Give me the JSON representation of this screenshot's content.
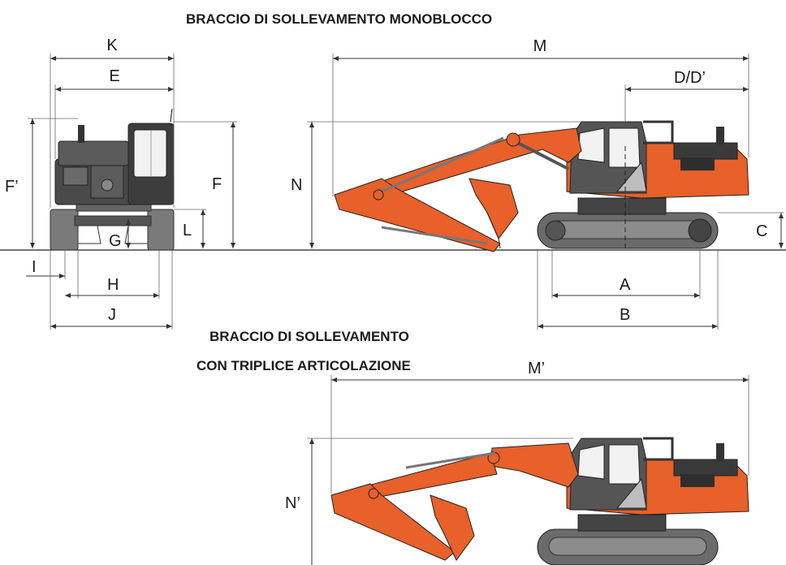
{
  "headings": {
    "monoblock": "BRACCIO DI SOLLEVAMENTO MONOBLOCCO",
    "triple_line1": "BRACCIO DI SOLLEVAMENTO",
    "triple_line2": "CON TRIPLICE ARTICOLAZIONE"
  },
  "labels": {
    "K": "K",
    "E": "E",
    "F_prime": "F’",
    "F": "F",
    "L": "L",
    "G": "G",
    "I": "I",
    "H": "H",
    "J": "J",
    "M": "M",
    "D": "D/D’",
    "N": "N",
    "C": "C",
    "A": "A",
    "B": "B",
    "M_prime": "M’",
    "N_prime": "N’"
  },
  "colors": {
    "machine_orange": "#e8602a",
    "machine_orange_dark": "#b8461c",
    "machine_grey": "#5a5a5a",
    "machine_grey_dark": "#2e2e2e",
    "track_grey": "#6b6b6b"
  }
}
